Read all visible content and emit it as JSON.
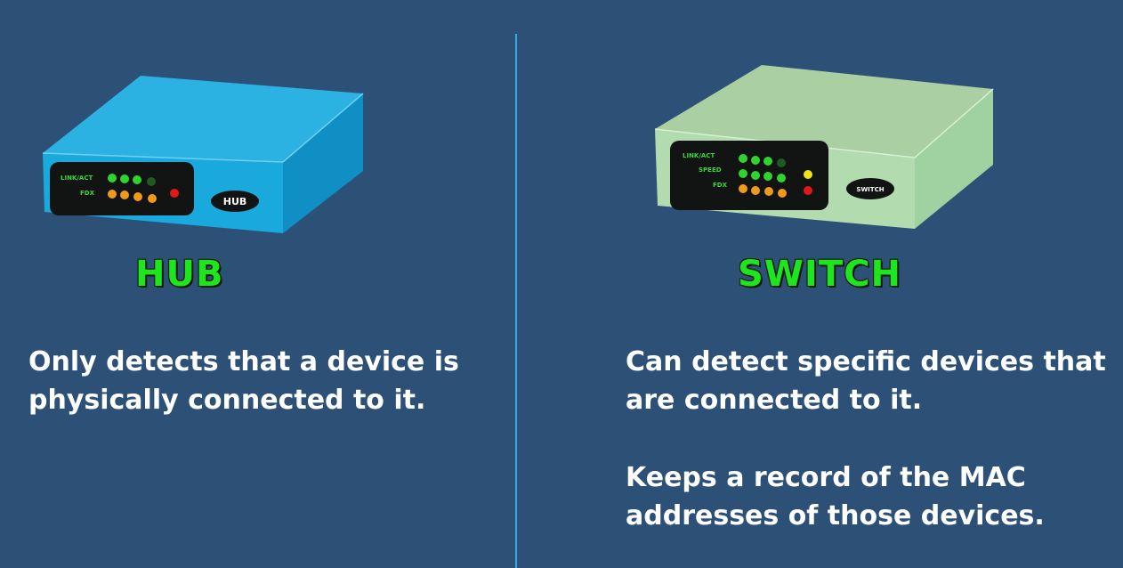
{
  "hub": {
    "title": "HUB",
    "device_label": "HUB",
    "panel_labels": [
      "LINK/ACT",
      "FDX"
    ],
    "description": "Only detects that a device is physically connected to it."
  },
  "switch": {
    "title": "SWITCH",
    "device_label": "SWITCH",
    "panel_labels": [
      "LINK/ACT",
      "SPEED",
      "FDX"
    ],
    "description_1": "Can detect specific devices that are connected to it.",
    "description_2": "Keeps a record of the MAC addresses of those devices."
  },
  "colors": {
    "background": "#2d5077",
    "divider": "#3aa6e6",
    "title_green": "#1ee51e",
    "hub_body": "#1aa9dd",
    "switch_body": "#a9d8a9",
    "led_green": "#2fd42f",
    "led_orange": "#f09a1a",
    "led_red": "#e01818",
    "led_yellow": "#f2e414"
  }
}
